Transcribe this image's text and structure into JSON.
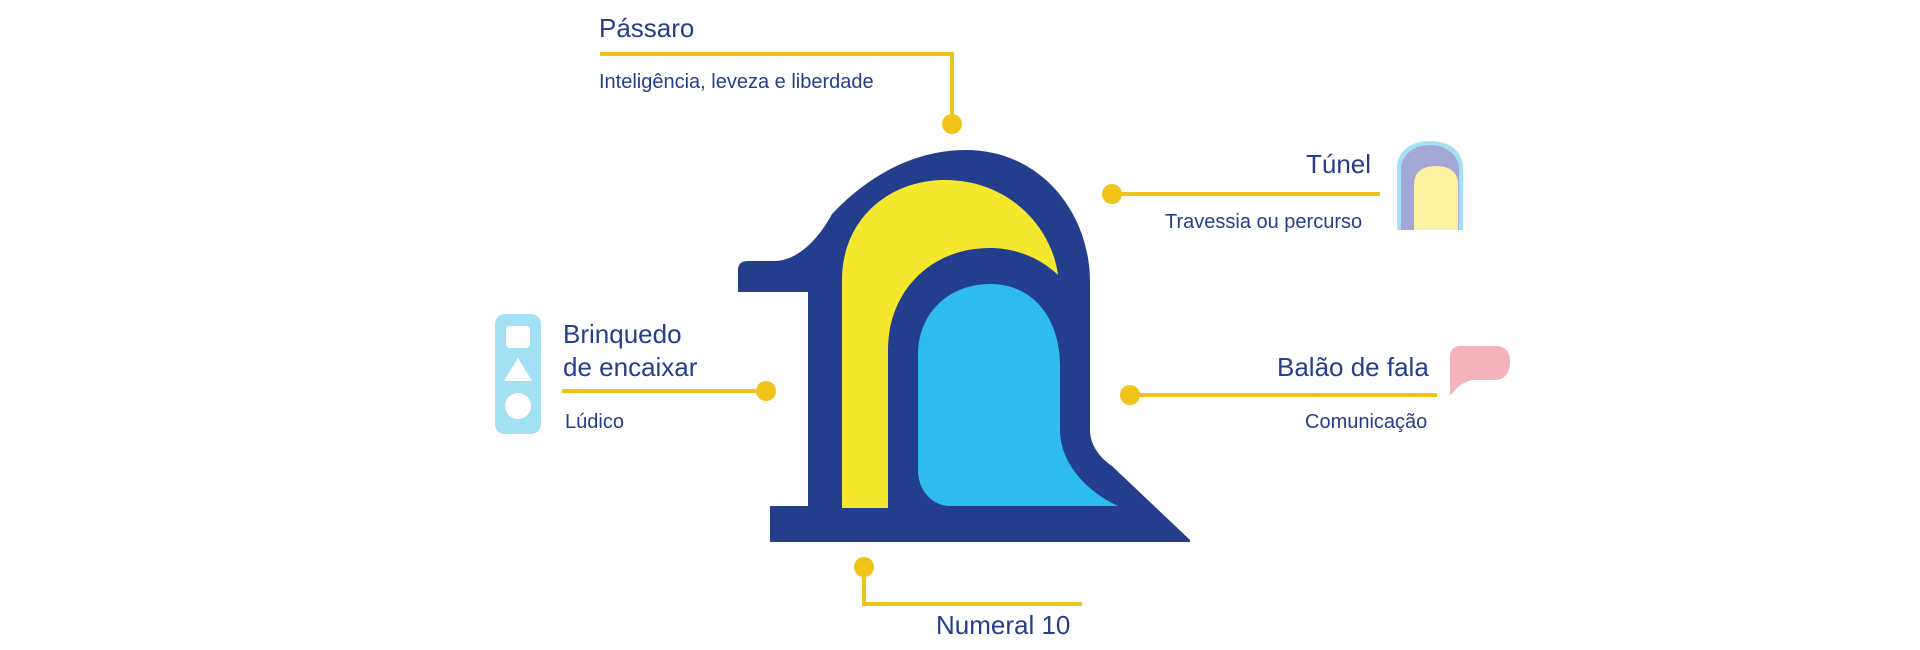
{
  "colors": {
    "navy": "#243e8e",
    "yellow": "#f4e82f",
    "light_blue": "#2ebcee",
    "connector": "#f0c419",
    "pale_blue": "#a4e0f4",
    "lavender": "#a3a8d6",
    "pale_yellow": "#faf2a0",
    "pink": "#f4b2ba"
  },
  "callouts": {
    "passaro": {
      "title": "Pássaro",
      "subtitle": "Inteligência, leveza e liberdade"
    },
    "tunel": {
      "title": "Túnel",
      "subtitle": "Travessia ou percurso",
      "icon": "tunnel-icon"
    },
    "brinquedo": {
      "title_line1": "Brinquedo",
      "title_line2": "de encaixar",
      "subtitle": "Lúdico",
      "icon": "shape-sorter-toy-icon"
    },
    "balao": {
      "title": "Balão de fala",
      "subtitle": "Comunicação",
      "icon": "speech-bubble-icon"
    },
    "numeral": {
      "title": "Numeral 10"
    }
  }
}
